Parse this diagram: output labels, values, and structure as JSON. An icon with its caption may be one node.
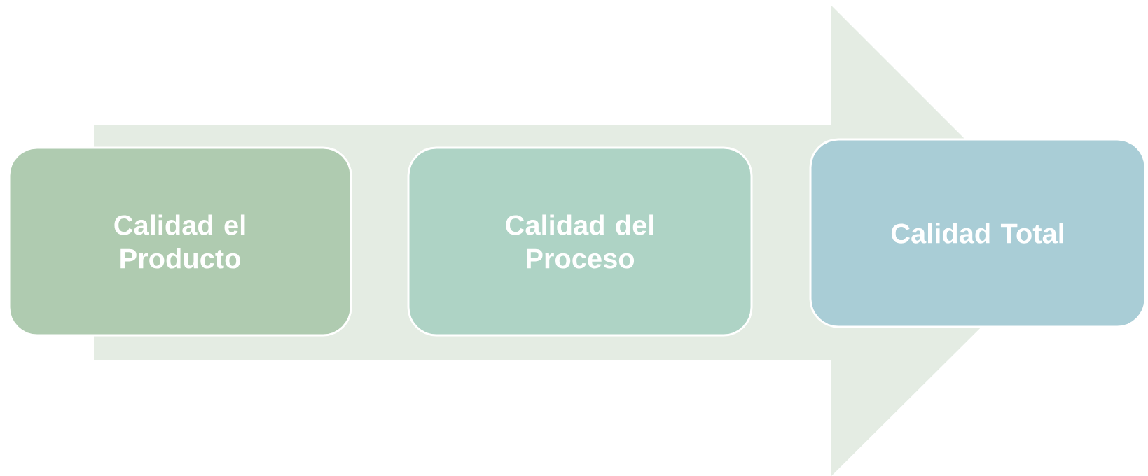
{
  "diagram": {
    "nodes": [
      {
        "text": [
          "Calidad el Producto"
        ]
      },
      {
        "text": [
          "Calidad del Proceso"
        ]
      },
      {
        "text": [
          "Calidad Total"
        ]
      }
    ],
    "edges": [
      {
        "from": 0,
        "to": 2,
        "arrow": "to"
      }
    ]
  }
}
